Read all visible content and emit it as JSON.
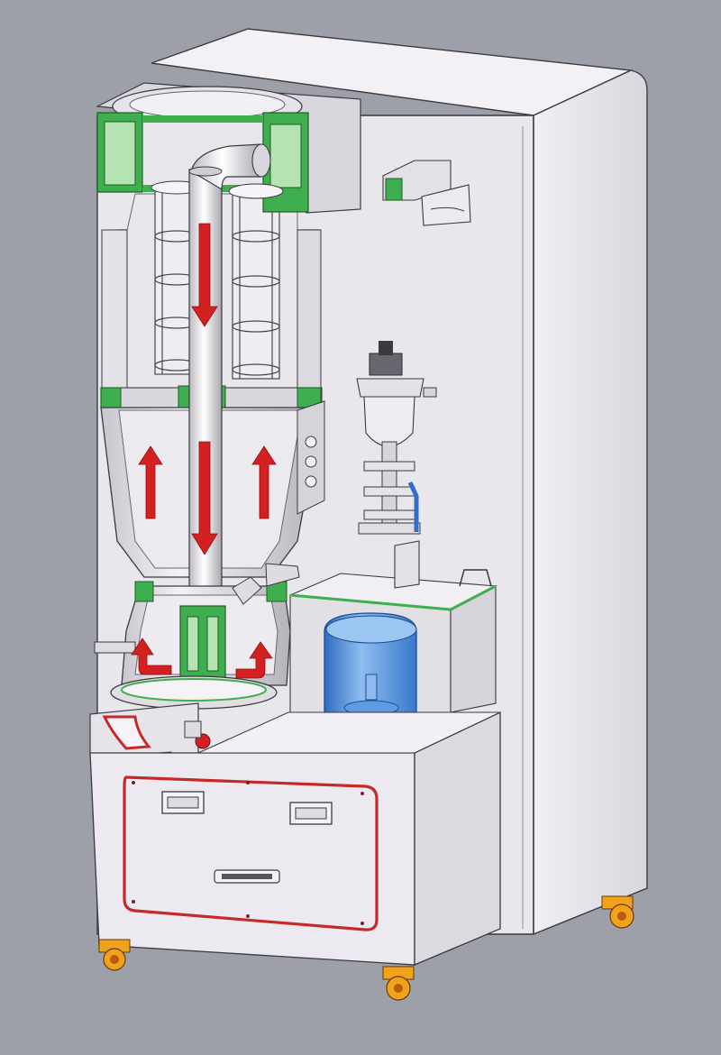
{
  "colors": {
    "background": "#9da0a9",
    "cabinet": "#e9e7ec",
    "cabinet_shade": "#d4d1d8",
    "cabinet_dark": "#b9b5be",
    "edge": "#3a3a40",
    "cut_section": "#3fae4e",
    "cut_section_light": "#b6e3b2",
    "flow_arrow": "#d42020",
    "gasket": "#c42a2a",
    "water_tank": "#4f8fdc",
    "water_tank_light": "#9cc6f2",
    "caster": "#f0a21a",
    "caster_dark": "#b85a10",
    "valve_handle": "#2f6fc9",
    "knob": "#d42020"
  },
  "components": [
    {
      "name": "main-cabinet",
      "icon": "cabinet-shape"
    },
    {
      "name": "cyclone-lid",
      "icon": "cut-section-flange"
    },
    {
      "name": "filter-chamber",
      "icon": "cylinder-shape"
    },
    {
      "name": "filter-cage-left",
      "icon": "cage-shape"
    },
    {
      "name": "filter-cage-right",
      "icon": "cage-shape"
    },
    {
      "name": "central-pipe",
      "icon": "pipe-shape"
    },
    {
      "name": "conical-hopper",
      "icon": "cone-shape"
    },
    {
      "name": "mixing-chamber",
      "icon": "chamber-shape"
    },
    {
      "name": "air-filter-regulator",
      "icon": "regulator-shape"
    },
    {
      "name": "water-tank",
      "icon": "tank-shape"
    },
    {
      "name": "base-control-panel",
      "icon": "panel-shape"
    },
    {
      "name": "casters",
      "icon": "wheel-shape"
    }
  ],
  "flow_arrows": [
    {
      "name": "flow-arrow-pipe-top",
      "direction": "down"
    },
    {
      "name": "flow-arrow-pipe-bottom",
      "direction": "down"
    },
    {
      "name": "flow-arrow-left-up",
      "direction": "up"
    },
    {
      "name": "flow-arrow-right-up",
      "direction": "up"
    },
    {
      "name": "flow-arrow-chamber-left",
      "direction": "up"
    },
    {
      "name": "flow-arrow-chamber-right",
      "direction": "up"
    }
  ]
}
